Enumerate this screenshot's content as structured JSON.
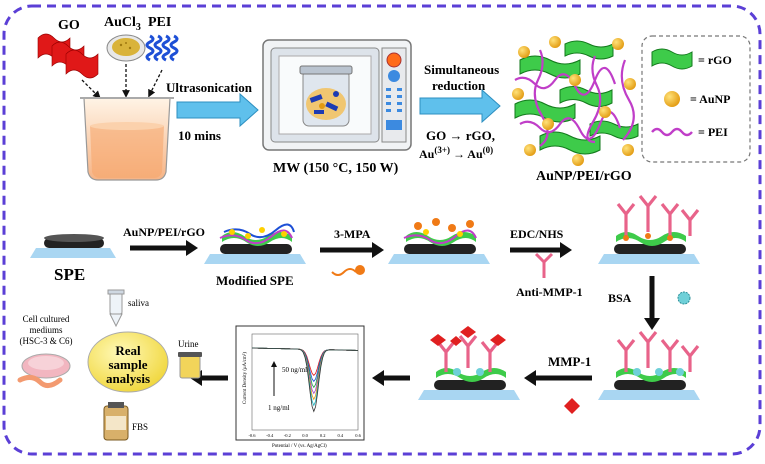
{
  "top": {
    "go": "GO",
    "aucl3": "AuCl",
    "aucl3_sub": "3",
    "pei": "PEI",
    "ultrasonication": "Ultrasonication",
    "time": "10 mins",
    "mw": "MW (150 °C, 150 W)",
    "simultaneous": "Simultaneous",
    "reduction": "reduction",
    "go_rgo": "GO → rGO,",
    "au_red": "Au",
    "au_ox3": "(3+)",
    "au_arrow": " → Au",
    "au_ox0": "(0)",
    "composite": "AuNP/PEI/rGO"
  },
  "legend": {
    "rgo": "= rGO",
    "aunp": "= AuNP",
    "pei": "= PEI"
  },
  "middle": {
    "spe": "SPE",
    "step1": "AuNP/PEI/rGO",
    "modified": "Modified SPE",
    "step2": "3-MPA",
    "step3": "EDC/NHS",
    "antibody": "Anti-MMP-1",
    "bsa": "BSA"
  },
  "bottom": {
    "mmp1": "MMP-1",
    "real1": "Real",
    "real2": "sample",
    "real3": "analysis",
    "saliva": "saliva",
    "urine": "Urine",
    "fbs": "FBS",
    "cell1": "Cell cultured",
    "cell2": "mediums",
    "cell3": "(HSC-3 & C6)"
  },
  "plot": {
    "ylabel": "Current Density (μA/cm²)",
    "xlabel": "Potential / V (vs. Ag/AgCl)",
    "high": "50 ng/ml",
    "low": "1 ng/ml",
    "xticks": [
      "-0.6",
      "-0.4",
      "-0.2",
      "0.0",
      "0.2",
      "0.4",
      "0.6"
    ],
    "colors": {
      "accent": "#5b3fd6",
      "arrow": "#4fb3e6",
      "black_arrow": "#111111",
      "ab": "#e8638a",
      "diamond": "#e02020"
    }
  },
  "chart_data": {
    "type": "line",
    "title": "",
    "xlabel": "Potential / V (vs. Ag/AgCl)",
    "ylabel": "Current Density (μA/cm²)",
    "xlim": [
      -0.6,
      0.6
    ],
    "peak_potential": 0.1,
    "series_labels": [
      "50 ng/ml",
      "1 ng/ml"
    ]
  }
}
